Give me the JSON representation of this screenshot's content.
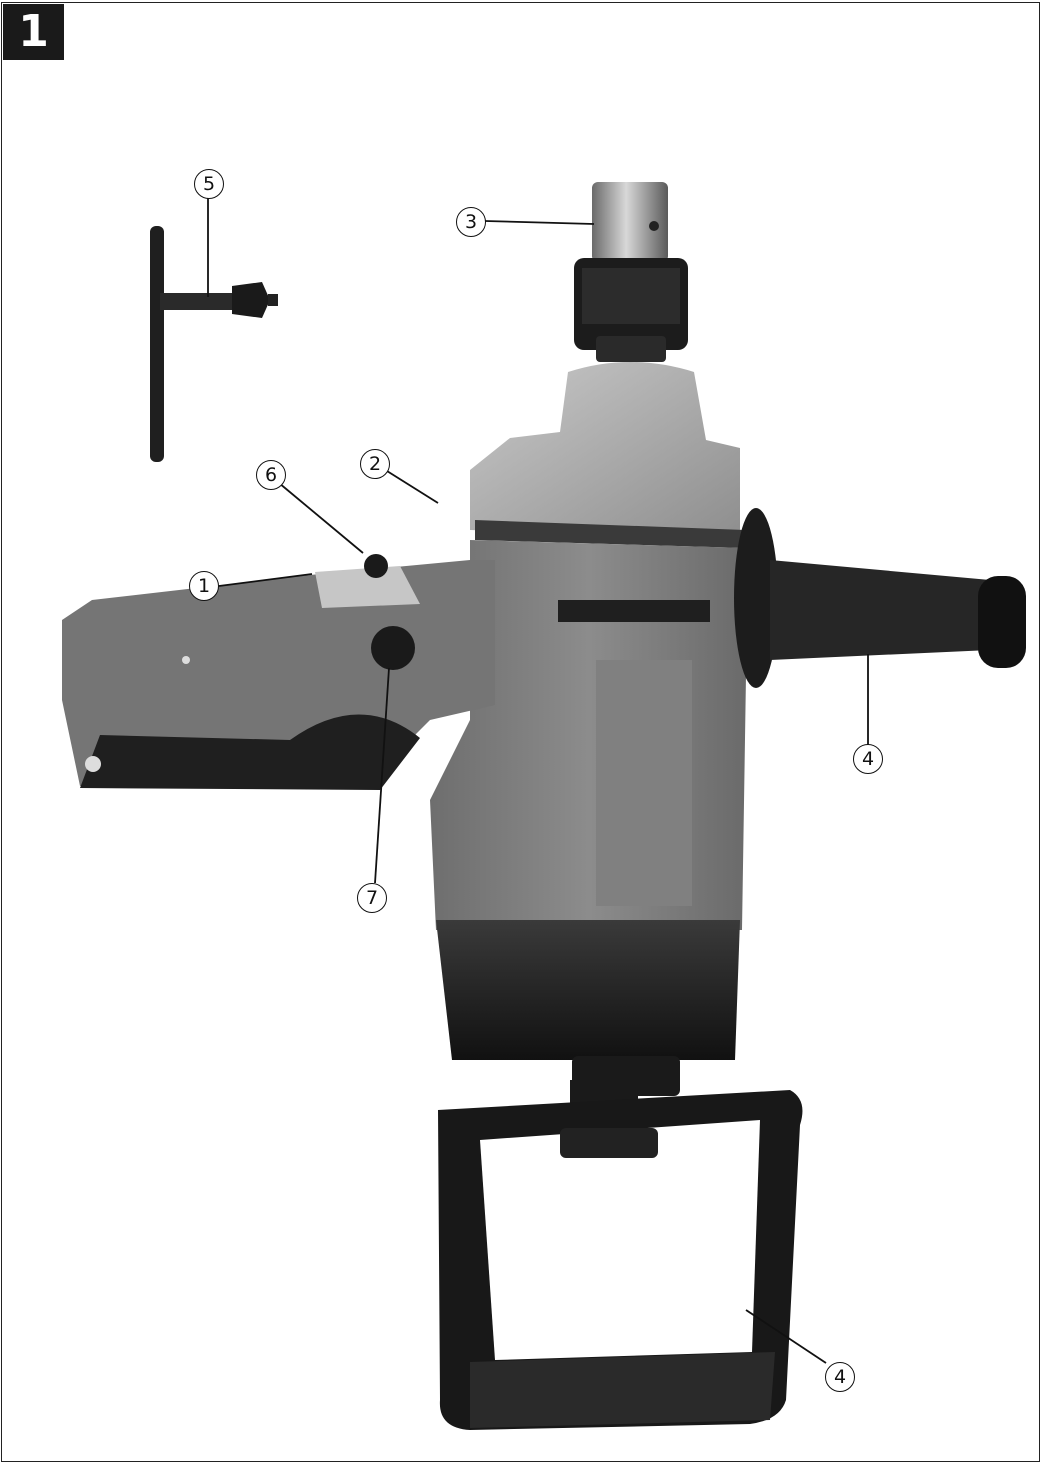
{
  "figure": {
    "number": "1"
  },
  "callouts": {
    "c1": "1",
    "c2": "2",
    "c3": "3",
    "c4a": "4",
    "c4b": "4",
    "c5": "5",
    "c6": "6",
    "c7": "7"
  },
  "colors": {
    "badge": "#1a1a1a",
    "housing": "#7d7d7d",
    "gearbox": "#b0b0b0",
    "rubber": "#1c1c1c",
    "trigger": "#c8c8c8"
  }
}
